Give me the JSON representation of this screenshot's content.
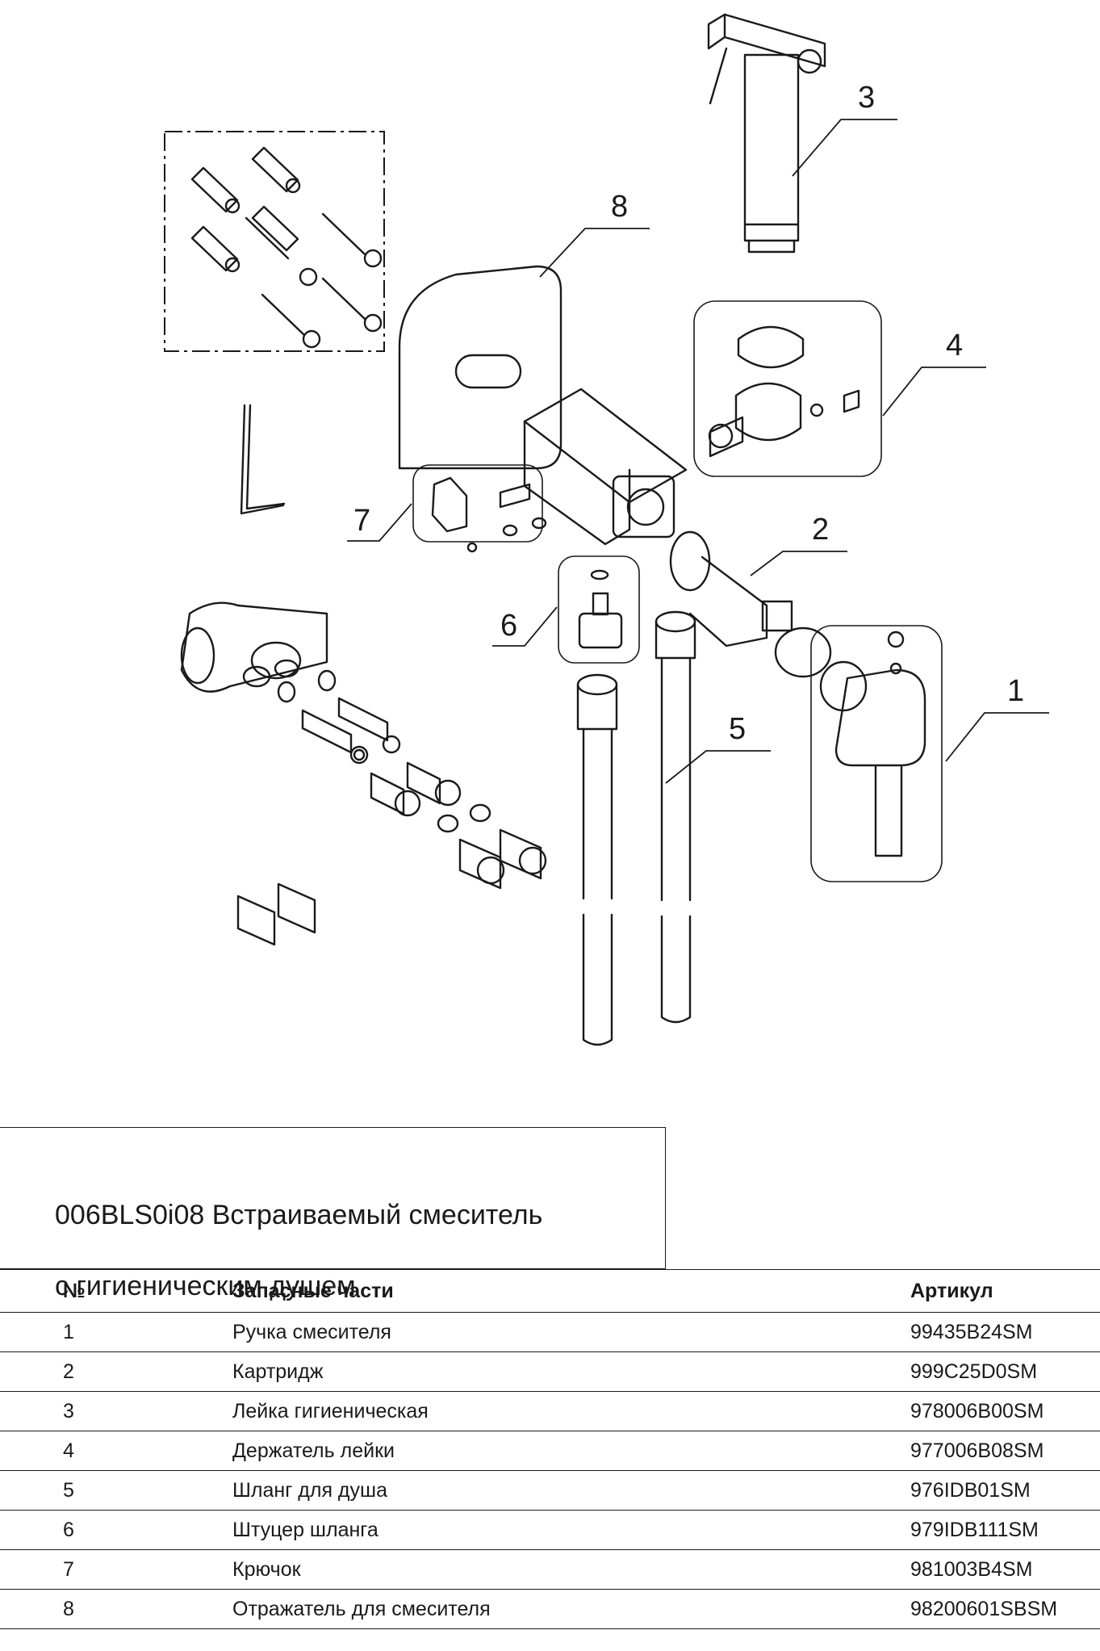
{
  "document": {
    "title_line1": "006BLS0i08 Встраиваемый смеситель",
    "title_line2": "с гигиеническим душем"
  },
  "diagram": {
    "callouts": [
      "1",
      "2",
      "3",
      "4",
      "5",
      "6",
      "7",
      "8"
    ]
  },
  "table": {
    "headers": {
      "no": "№",
      "name": "Запасные части",
      "article": "Артикул"
    },
    "rows": [
      {
        "no": "1",
        "name": "Ручка смесителя",
        "article": "99435B24SM"
      },
      {
        "no": "2",
        "name": "Картридж",
        "article": "999C25D0SM"
      },
      {
        "no": "3",
        "name": "Лейка гигиеническая",
        "article": "978006B00SM"
      },
      {
        "no": "4",
        "name": "Держатель лейки",
        "article": "977006B08SM"
      },
      {
        "no": "5",
        "name": "Шланг для душа",
        "article": "976IDB01SM"
      },
      {
        "no": "6",
        "name": "Штуцер шланга",
        "article": "979IDB111SM"
      },
      {
        "no": "7",
        "name": "Крючок",
        "article": "981003B4SM"
      },
      {
        "no": "8",
        "name": "Отражатель для смесителя",
        "article": "98200601SBSM"
      }
    ]
  }
}
